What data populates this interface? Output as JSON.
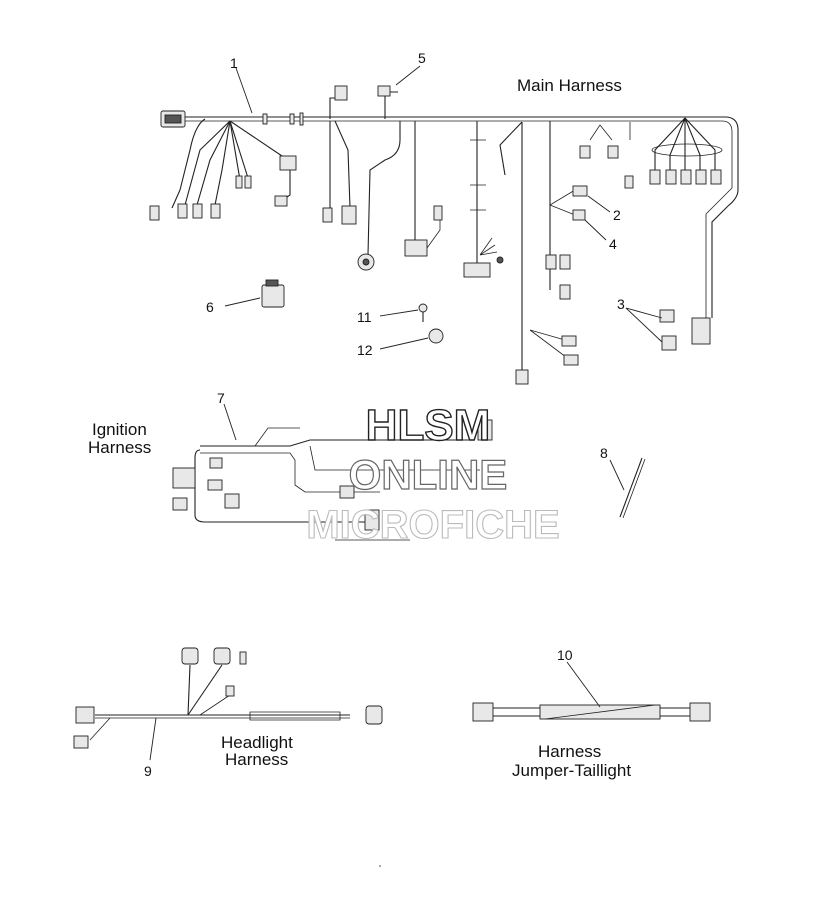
{
  "titles": {
    "main": "Main Harness",
    "ignition_1": "Ignition",
    "ignition_2": "Harness",
    "headlight_1": "Headlight",
    "headlight_2": "Harness",
    "jumper_1": "Harness",
    "jumper_2": "Jumper-Taillight"
  },
  "watermark": {
    "line1": "HLSM",
    "line2": "ONLINE",
    "line3": "MICROFICHE"
  },
  "callouts": {
    "c1": "1",
    "c2": "2",
    "c3": "3",
    "c4": "4",
    "c5": "5",
    "c6": "6",
    "c7": "7",
    "c8": "8",
    "c9": "9",
    "c10": "10",
    "c11": "11",
    "c12": "12"
  }
}
